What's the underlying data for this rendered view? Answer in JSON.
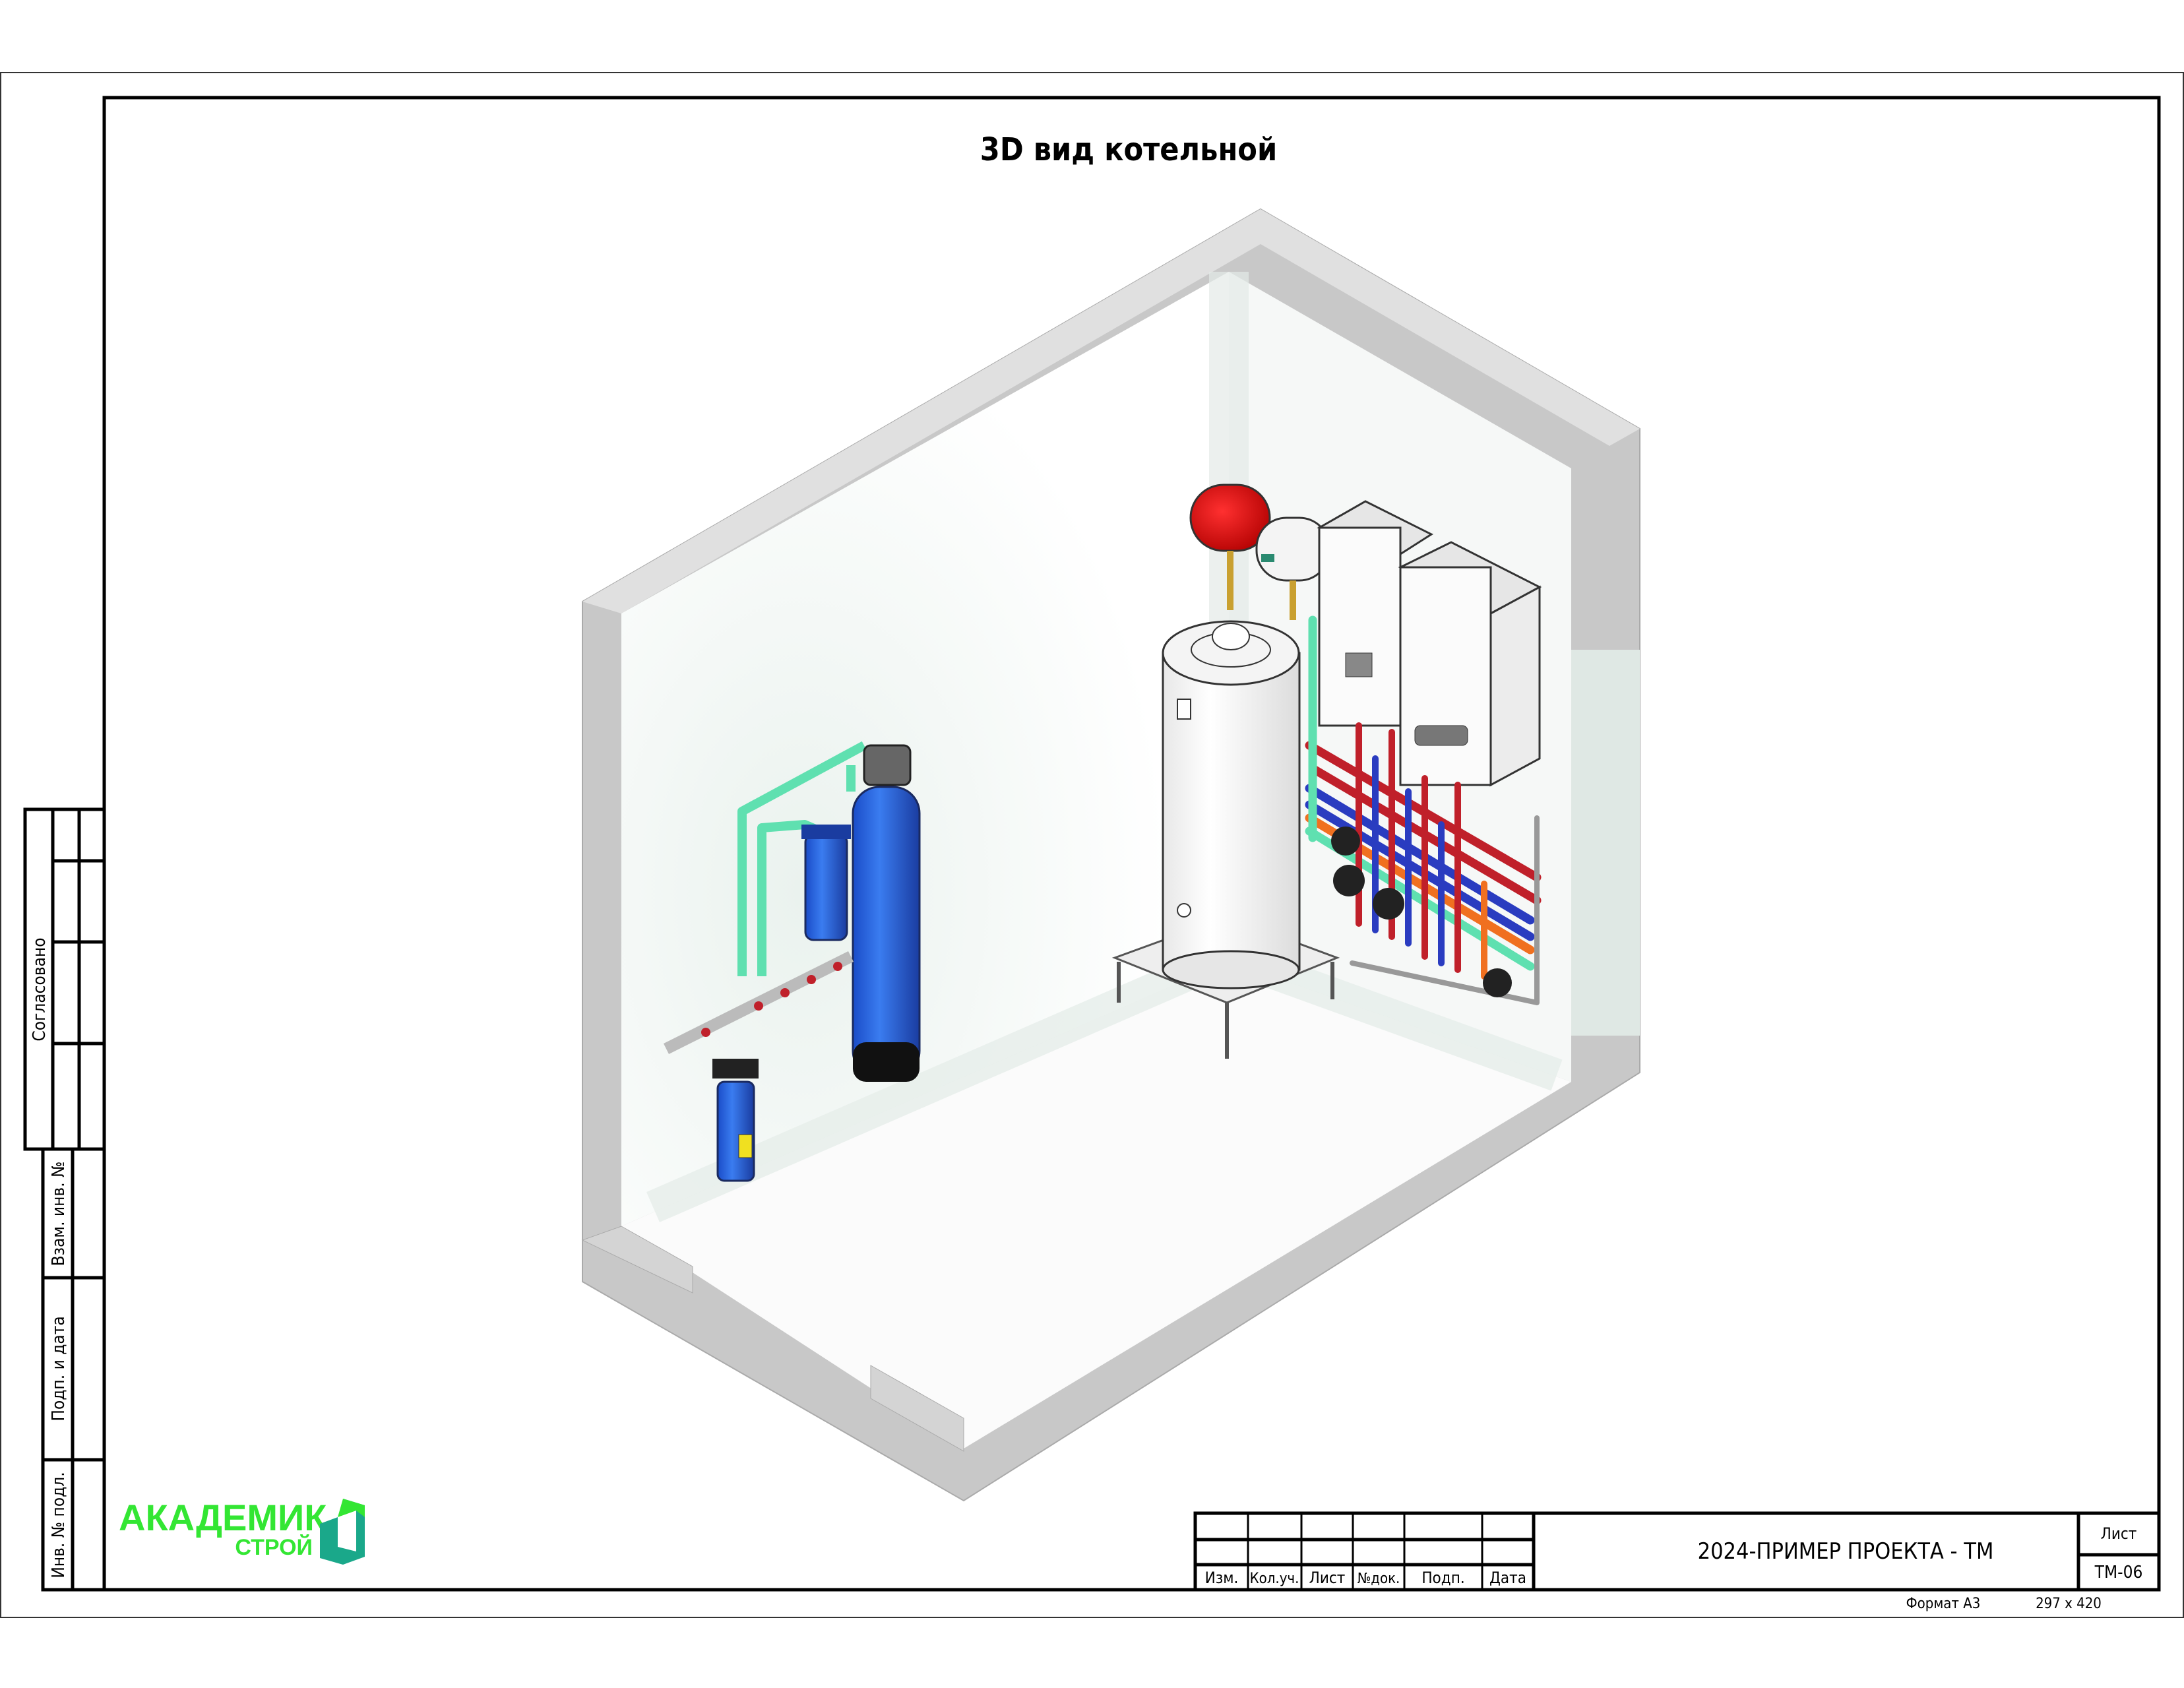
{
  "drawing": {
    "title": "3D вид котельной"
  },
  "title_block": {
    "columns": [
      "Изм.",
      "Кол.уч.",
      "Лист",
      "№док.",
      "Подп.",
      "Дата"
    ],
    "project_code": "2024-ПРИМЕР ПРОЕКТА - ТМ",
    "sheet_label": "Лист",
    "sheet_value": "ТМ-06",
    "format_label": "Формат А3",
    "format_size": "297 x 420"
  },
  "side_stamps": {
    "agreed": "Согласовано",
    "replace_inv": "Взам. инв. №",
    "sign_date": "Подп. и дата",
    "inv_orig": "Инв. № подл."
  },
  "logo": {
    "name": "АКАДЕМИК",
    "sub": "СТРОЙ",
    "color_primary": "#33e633",
    "color_secondary": "#1aa88a"
  },
  "colors": {
    "supply": "#c0202a",
    "return": "#2a3cc0",
    "cold_water": "#5fe0b0",
    "hot_water": "#f07020",
    "wall": "#c8c8c8"
  }
}
